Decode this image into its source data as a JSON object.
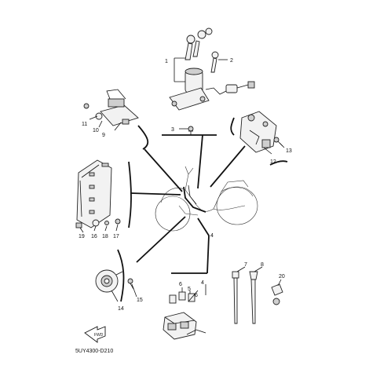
{
  "callouts": [
    {
      "id": "c1",
      "text": "1"
    },
    {
      "id": "c2",
      "text": "2"
    },
    {
      "id": "c3",
      "text": "3"
    },
    {
      "id": "c4a",
      "text": "4"
    },
    {
      "id": "c4b",
      "text": "4"
    },
    {
      "id": "c5",
      "text": "5"
    },
    {
      "id": "c6a",
      "text": "6"
    },
    {
      "id": "c6b",
      "text": "6"
    },
    {
      "id": "c7",
      "text": "7"
    },
    {
      "id": "c8",
      "text": "8"
    },
    {
      "id": "c9",
      "text": "9"
    },
    {
      "id": "c10",
      "text": "10"
    },
    {
      "id": "c11",
      "text": "11"
    },
    {
      "id": "c12",
      "text": "12"
    },
    {
      "id": "c13",
      "text": "13"
    },
    {
      "id": "c14",
      "text": "14"
    },
    {
      "id": "c15",
      "text": "15"
    },
    {
      "id": "c16",
      "text": "16"
    },
    {
      "id": "c17",
      "text": "17"
    },
    {
      "id": "c18",
      "text": "18"
    },
    {
      "id": "c19",
      "text": "19"
    },
    {
      "id": "c20",
      "text": "20"
    }
  ],
  "diagram_code": "5UY4300-D210",
  "fwd_badge": "FWD"
}
